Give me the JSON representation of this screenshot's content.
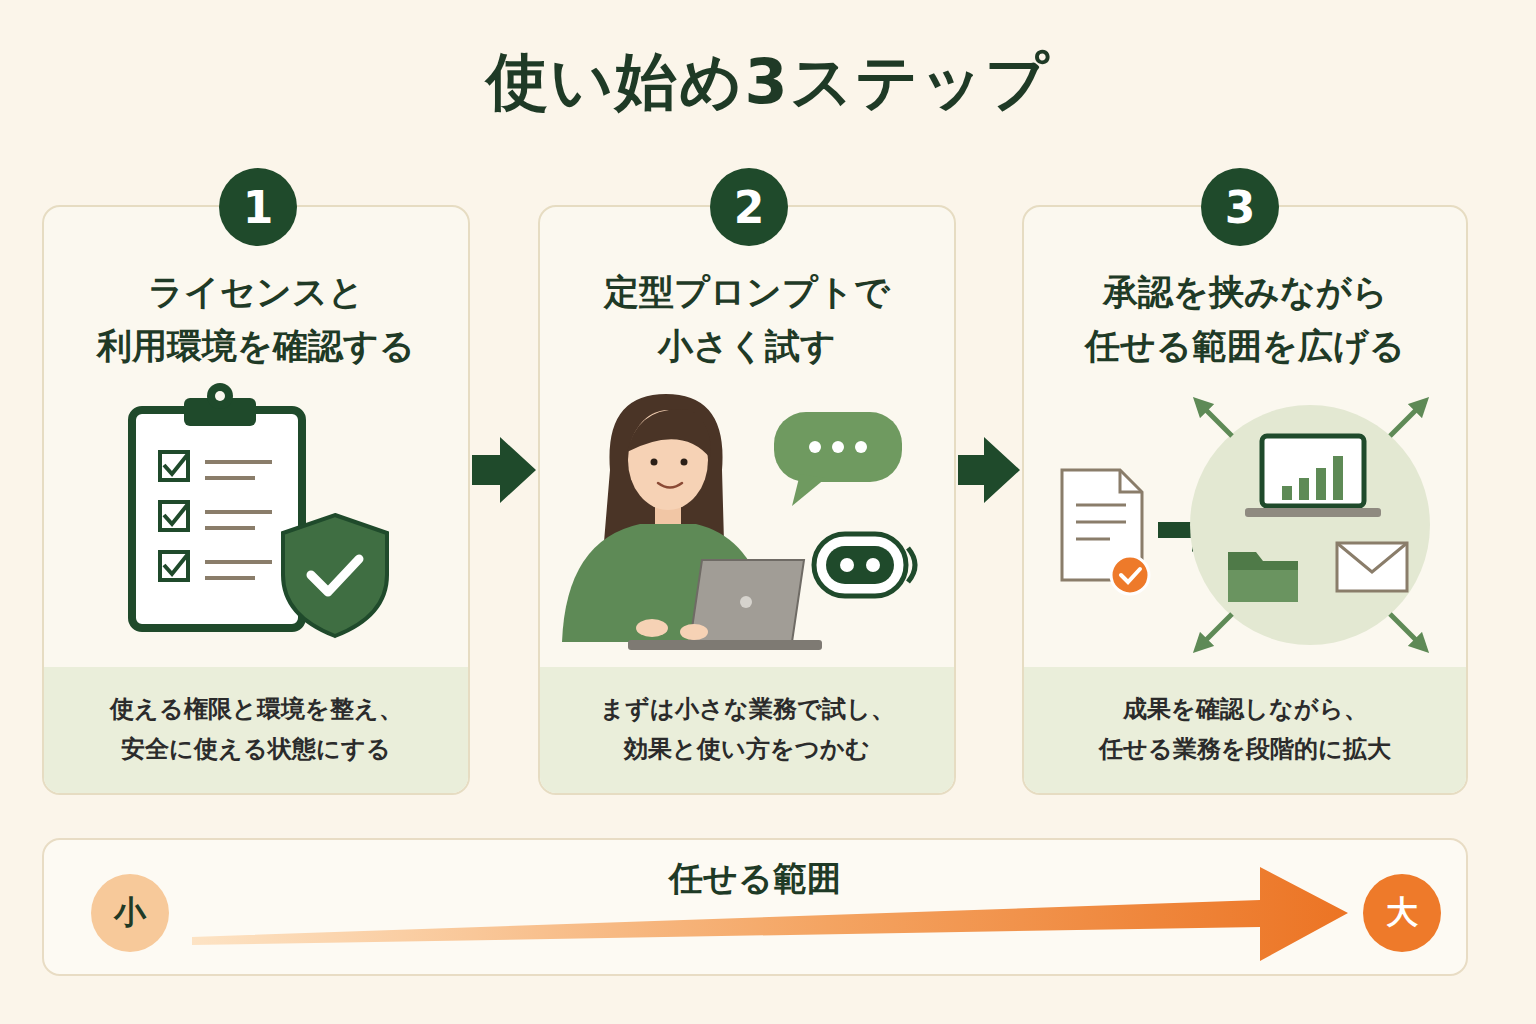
{
  "diagram": {
    "title": "使い始め3ステップ",
    "nodes": [
      {
        "text": [
          "ライセンスと 利用環境を確認する",
          "使える権限と環境を整え、 安全に使える状態にする"
        ]
      },
      {
        "text": [
          "1"
        ],
        "in": 0
      },
      {
        "text": [
          "定型プロンプトで 小さく試す",
          "まずは小さな業務で試し、 効果と使い方をつかむ"
        ]
      },
      {
        "text": [
          "2"
        ],
        "in": 2
      },
      {
        "text": [
          "承認を挟みながら 任せる範囲を広げる",
          "成果を確認しながら、 任せる業務を段階的に拡大"
        ]
      },
      {
        "text": [
          "3"
        ],
        "in": 4
      },
      {
        "text": [
          "任せる範囲"
        ]
      },
      {
        "text": [
          "小"
        ],
        "in": 6
      },
      {
        "text": [
          "大"
        ],
        "in": 6
      }
    ],
    "edges": [
      {
        "from": 0,
        "to": 2,
        "arrow": "to"
      },
      {
        "from": 2,
        "to": 4,
        "arrow": "to"
      },
      {
        "from": 7,
        "to": 8,
        "arrow": "to"
      }
    ]
  }
}
